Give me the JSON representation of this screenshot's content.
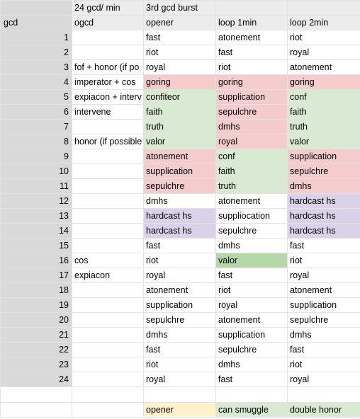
{
  "top_row": [
    "",
    "24 gcd/ min",
    "3rd gcd burst",
    "",
    ""
  ],
  "header": [
    "gcd",
    "ogcd",
    "opener",
    "loop 1min",
    "loop 2min"
  ],
  "rows": [
    {
      "n": "1",
      "ogcd": "",
      "opener": "fast",
      "loop1": "atonement",
      "loop2": "riot"
    },
    {
      "n": "2",
      "ogcd": "",
      "opener": "riot",
      "loop1": "fast",
      "loop2": "royal"
    },
    {
      "n": "3",
      "ogcd": "fof + honor (if po",
      "opener": "royal",
      "loop1": "riot",
      "loop2": "atonement"
    },
    {
      "n": "4",
      "ogcd": "imperator + cos",
      "opener": "goring",
      "loop1": "goring",
      "loop2": "goring"
    },
    {
      "n": "5",
      "ogcd": "expiacon + interv",
      "opener": "confiteor",
      "loop1": "supplication",
      "loop2": "conf"
    },
    {
      "n": "6",
      "ogcd": "intervene",
      "opener": "faith",
      "loop1": "sepulchre",
      "loop2": "faith"
    },
    {
      "n": "7",
      "ogcd": "",
      "opener": "truth",
      "loop1": "dmhs",
      "loop2": "truth"
    },
    {
      "n": "8",
      "ogcd": "honor (if possible",
      "opener": "valor",
      "loop1": "royal",
      "loop2": "valor"
    },
    {
      "n": "9",
      "ogcd": "",
      "opener": "atonement",
      "loop1": "conf",
      "loop2": "supplication"
    },
    {
      "n": "10",
      "ogcd": "",
      "opener": "supplication",
      "loop1": "faith",
      "loop2": "sepulchre"
    },
    {
      "n": "11",
      "ogcd": "",
      "opener": "sepulchre",
      "loop1": "truth",
      "loop2": "dmhs"
    },
    {
      "n": "12",
      "ogcd": "",
      "opener": "dmhs",
      "loop1": "atonement",
      "loop2": "hardcast hs"
    },
    {
      "n": "13",
      "ogcd": "",
      "opener": "hardcast hs",
      "loop1": "suppliocation",
      "loop2": "hardcast hs"
    },
    {
      "n": "14",
      "ogcd": "",
      "opener": "hardcast hs",
      "loop1": "sepulchre",
      "loop2": "hardcast hs"
    },
    {
      "n": "15",
      "ogcd": "",
      "opener": "fast",
      "loop1": "dmhs",
      "loop2": "fast"
    },
    {
      "n": "16",
      "ogcd": "cos",
      "opener": "riot",
      "loop1": "valor",
      "loop2": "riot"
    },
    {
      "n": "17",
      "ogcd": "expiacon",
      "opener": "royal",
      "loop1": "fast",
      "loop2": "royal"
    },
    {
      "n": "18",
      "ogcd": "",
      "opener": "atonement",
      "loop1": "riot",
      "loop2": "atonement"
    },
    {
      "n": "19",
      "ogcd": "",
      "opener": "supplication",
      "loop1": "royal",
      "loop2": "supplication"
    },
    {
      "n": "20",
      "ogcd": "",
      "opener": "sepulchre",
      "loop1": "atonement",
      "loop2": "sepulchre"
    },
    {
      "n": "21",
      "ogcd": "",
      "opener": "dmhs",
      "loop1": "supplication",
      "loop2": "dmhs"
    },
    {
      "n": "22",
      "ogcd": "",
      "opener": "fast",
      "loop1": "sepulchre",
      "loop2": "fast"
    },
    {
      "n": "23",
      "ogcd": "",
      "opener": "riot",
      "loop1": "dmhs",
      "loop2": "riot"
    },
    {
      "n": "24",
      "ogcd": "",
      "opener": "royal",
      "loop1": "fast",
      "loop2": "royal"
    }
  ],
  "legend": [
    "opener",
    "can smuggle",
    "double honor"
  ],
  "colors": {
    "red": "#f4cccc",
    "green": "#d9ead3",
    "purple": "#d9d2e9",
    "dark_green": "#b6d7a8",
    "yellow": "#fff2cc",
    "header_gray": "#d9d9d9"
  }
}
